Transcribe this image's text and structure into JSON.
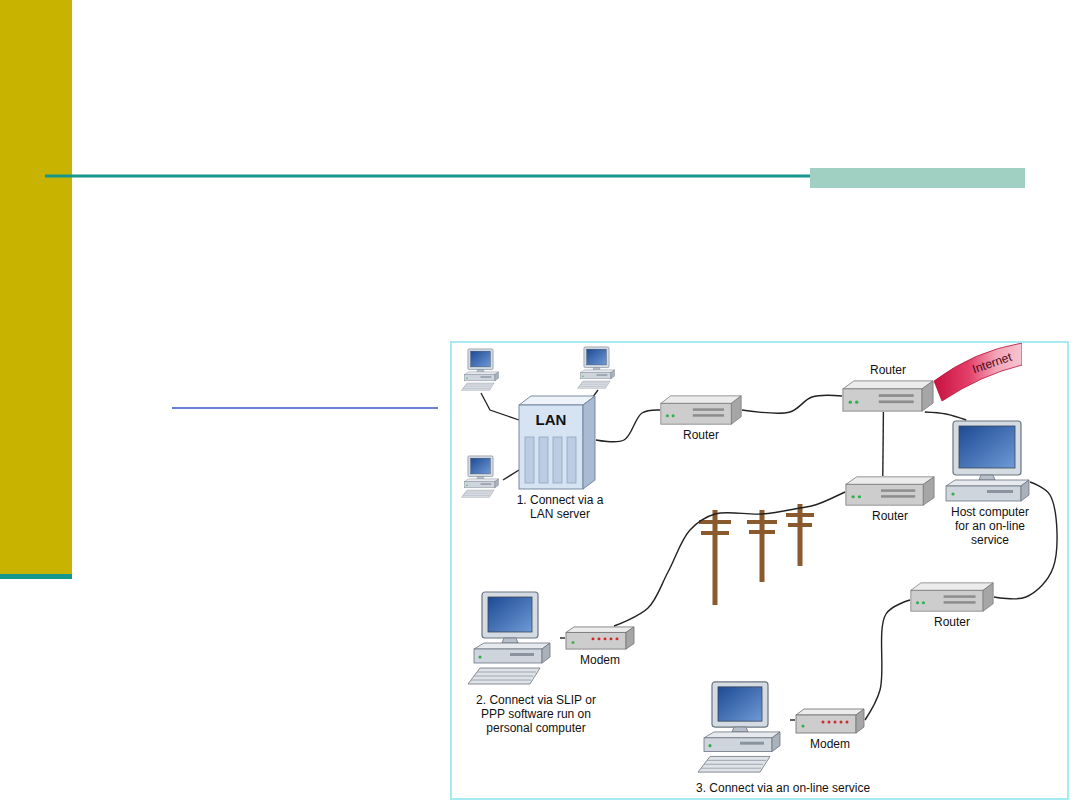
{
  "diagram": {
    "nodes": [
      {
        "text": [
          "LAN",
          "1. Connect via a LAN server"
        ]
      },
      {
        "text": [
          "Router"
        ]
      },
      {
        "text": [
          "Router"
        ]
      },
      {
        "text": [
          "Internet"
        ]
      },
      {
        "text": [
          "Router"
        ]
      },
      {
        "text": [
          "Host computer for an on-line service"
        ]
      },
      {
        "text": [
          "Modem"
        ]
      },
      {
        "text": [
          "2. Connect via SLIP or PPP software run on personal computer"
        ]
      },
      {
        "text": [
          "Router"
        ]
      },
      {
        "text": [
          "Modem"
        ]
      },
      {
        "text": [
          "3. Connect via an on-line service"
        ]
      }
    ],
    "edges": [
      {
        "from": 0,
        "to": 1,
        "arrow": "none"
      },
      {
        "from": 1,
        "to": 2,
        "arrow": "none"
      },
      {
        "from": 2,
        "to": 4,
        "arrow": "none"
      },
      {
        "from": 2,
        "to": 5,
        "arrow": "none"
      },
      {
        "from": 5,
        "to": 8,
        "arrow": "none"
      },
      {
        "from": 4,
        "to": 6,
        "arrow": "none"
      },
      {
        "from": 6,
        "to": 7,
        "arrow": "none"
      },
      {
        "from": 8,
        "to": 9,
        "arrow": "none"
      },
      {
        "from": 9,
        "to": 10,
        "arrow": "none"
      }
    ]
  }
}
